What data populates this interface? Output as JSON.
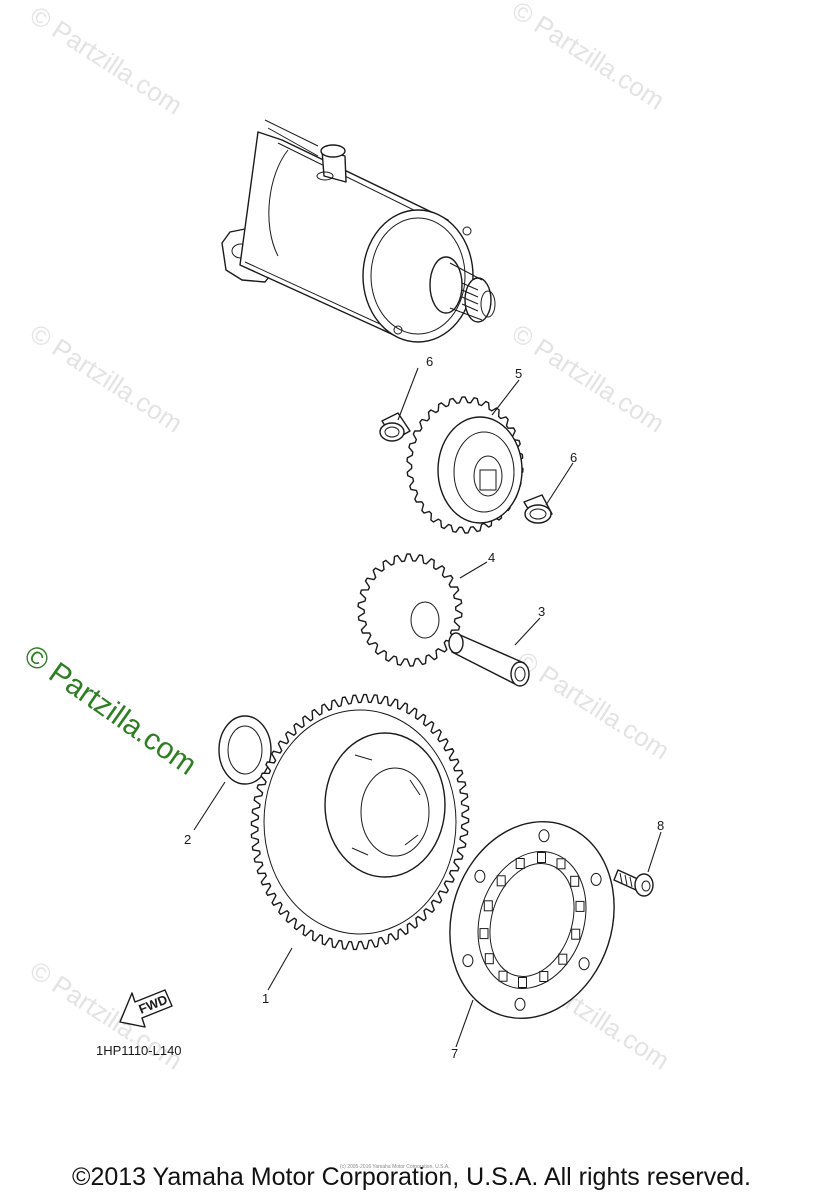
{
  "watermark": {
    "faint_text": "© Partzilla.com",
    "main_text": "© Partzilla.com",
    "main_color": "#2f7d24"
  },
  "callouts": [
    "1",
    "2",
    "3",
    "4",
    "5",
    "6",
    "6",
    "7",
    "8"
  ],
  "fwd_label": "FWD",
  "diagram_code": "1HP1110-L140",
  "tiny_copyright": "(c) 2005-2016 Yamaha Motor Corporation, U.S.A.",
  "copyright": "©2013 Yamaha Motor Corporation, U.S.A. All rights reserved."
}
